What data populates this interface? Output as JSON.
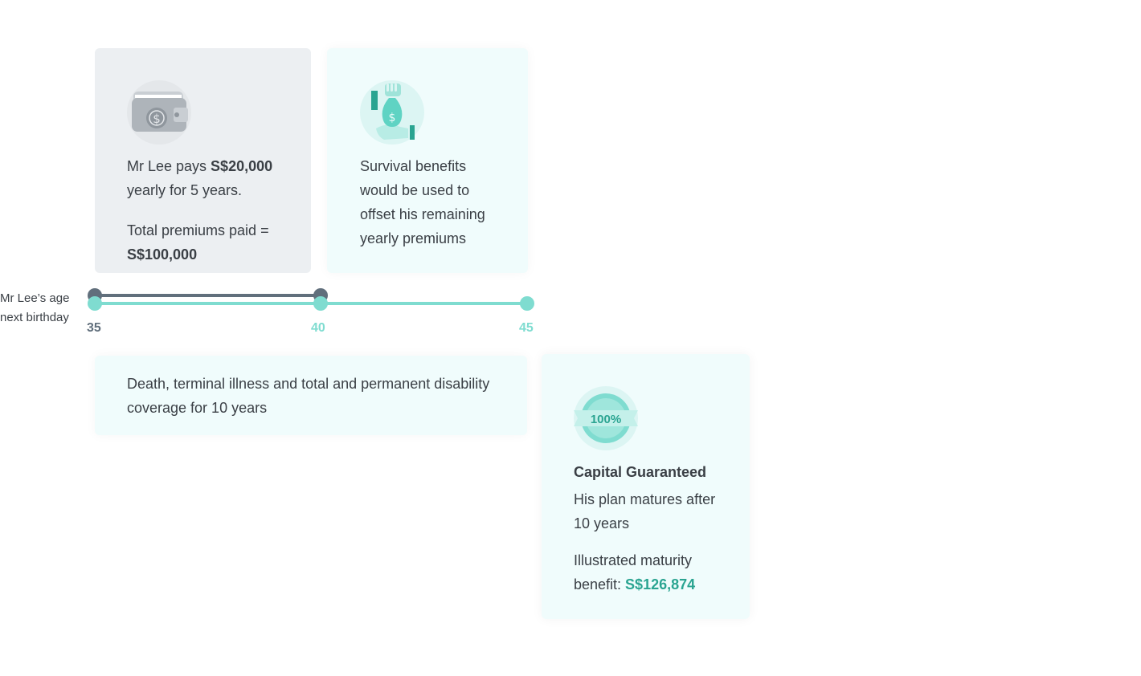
{
  "timeline": {
    "caption": "Mr Lee’s age next birthday",
    "ticks": [
      "35",
      "40",
      "45"
    ],
    "colors": {
      "premium_bar": "#616f7c",
      "coverage_bar": "#7fdcd0"
    }
  },
  "premium_card": {
    "icon": "wallet-icon",
    "line1_prefix": "Mr Lee pays ",
    "line1_amount": "S$20,000",
    "line1_suffix": " yearly for 5 years.",
    "line2_prefix": "Total premiums paid = ",
    "line2_amount": "S$100,000"
  },
  "survival_card": {
    "icon": "hand-money-bag-icon",
    "text": "Survival benefits would be used to offset his remaining yearly premiums"
  },
  "coverage_card": {
    "text": "Death, terminal illness and total and permanent disability coverage for 10 years"
  },
  "maturity_card": {
    "icon": "badge-icon",
    "badge_text": "100%",
    "heading": "Capital Guaranteed",
    "line1": "His plan matures after 10 years",
    "line2_prefix": "Illustrated maturity benefit: ",
    "line2_amount": "S$126,874"
  },
  "colors": {
    "accent": "#2aa491",
    "teal_light": "#7fdcd0",
    "grey_dark": "#616f7c"
  }
}
